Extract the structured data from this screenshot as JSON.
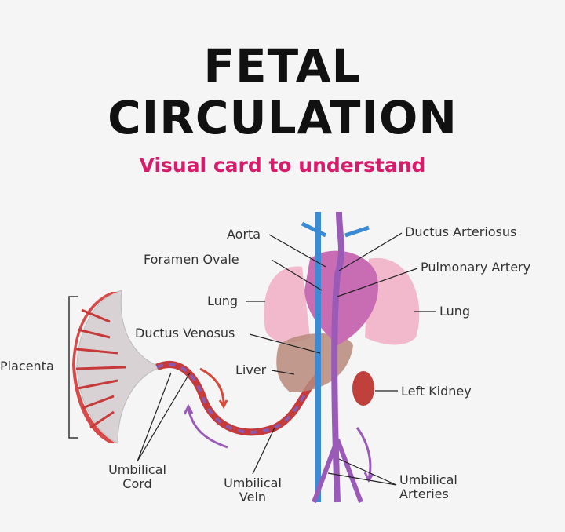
{
  "title": {
    "line1": "FETAL",
    "line2": "CIRCULATION"
  },
  "subtitle": "Visual card to understand",
  "colors": {
    "accent": "#d81b6a",
    "vein": "#3a8ad6",
    "artery": "#c63a3a",
    "heart": "#c86cb4",
    "lung": "#f2b9cc"
  },
  "labels": {
    "aorta": "Aorta",
    "foramen_ovale": "Foramen Ovale",
    "lung_left": "Lung",
    "ductus_venosus": "Ductus Venosus",
    "liver": "Liver",
    "placenta": "Placenta",
    "umbilical_cord_1": "Umbilical",
    "umbilical_cord_2": "Cord",
    "umbilical_vein_1": "Umbilical",
    "umbilical_vein_2": "Vein",
    "ductus_arteriosus": "Ductus Arteriosus",
    "pulmonary_artery": "Pulmonary Artery",
    "lung_right": "Lung",
    "left_kidney": "Left Kidney",
    "umbilical_arteries_1": "Umbilical",
    "umbilical_arteries_2": "Arteries"
  }
}
